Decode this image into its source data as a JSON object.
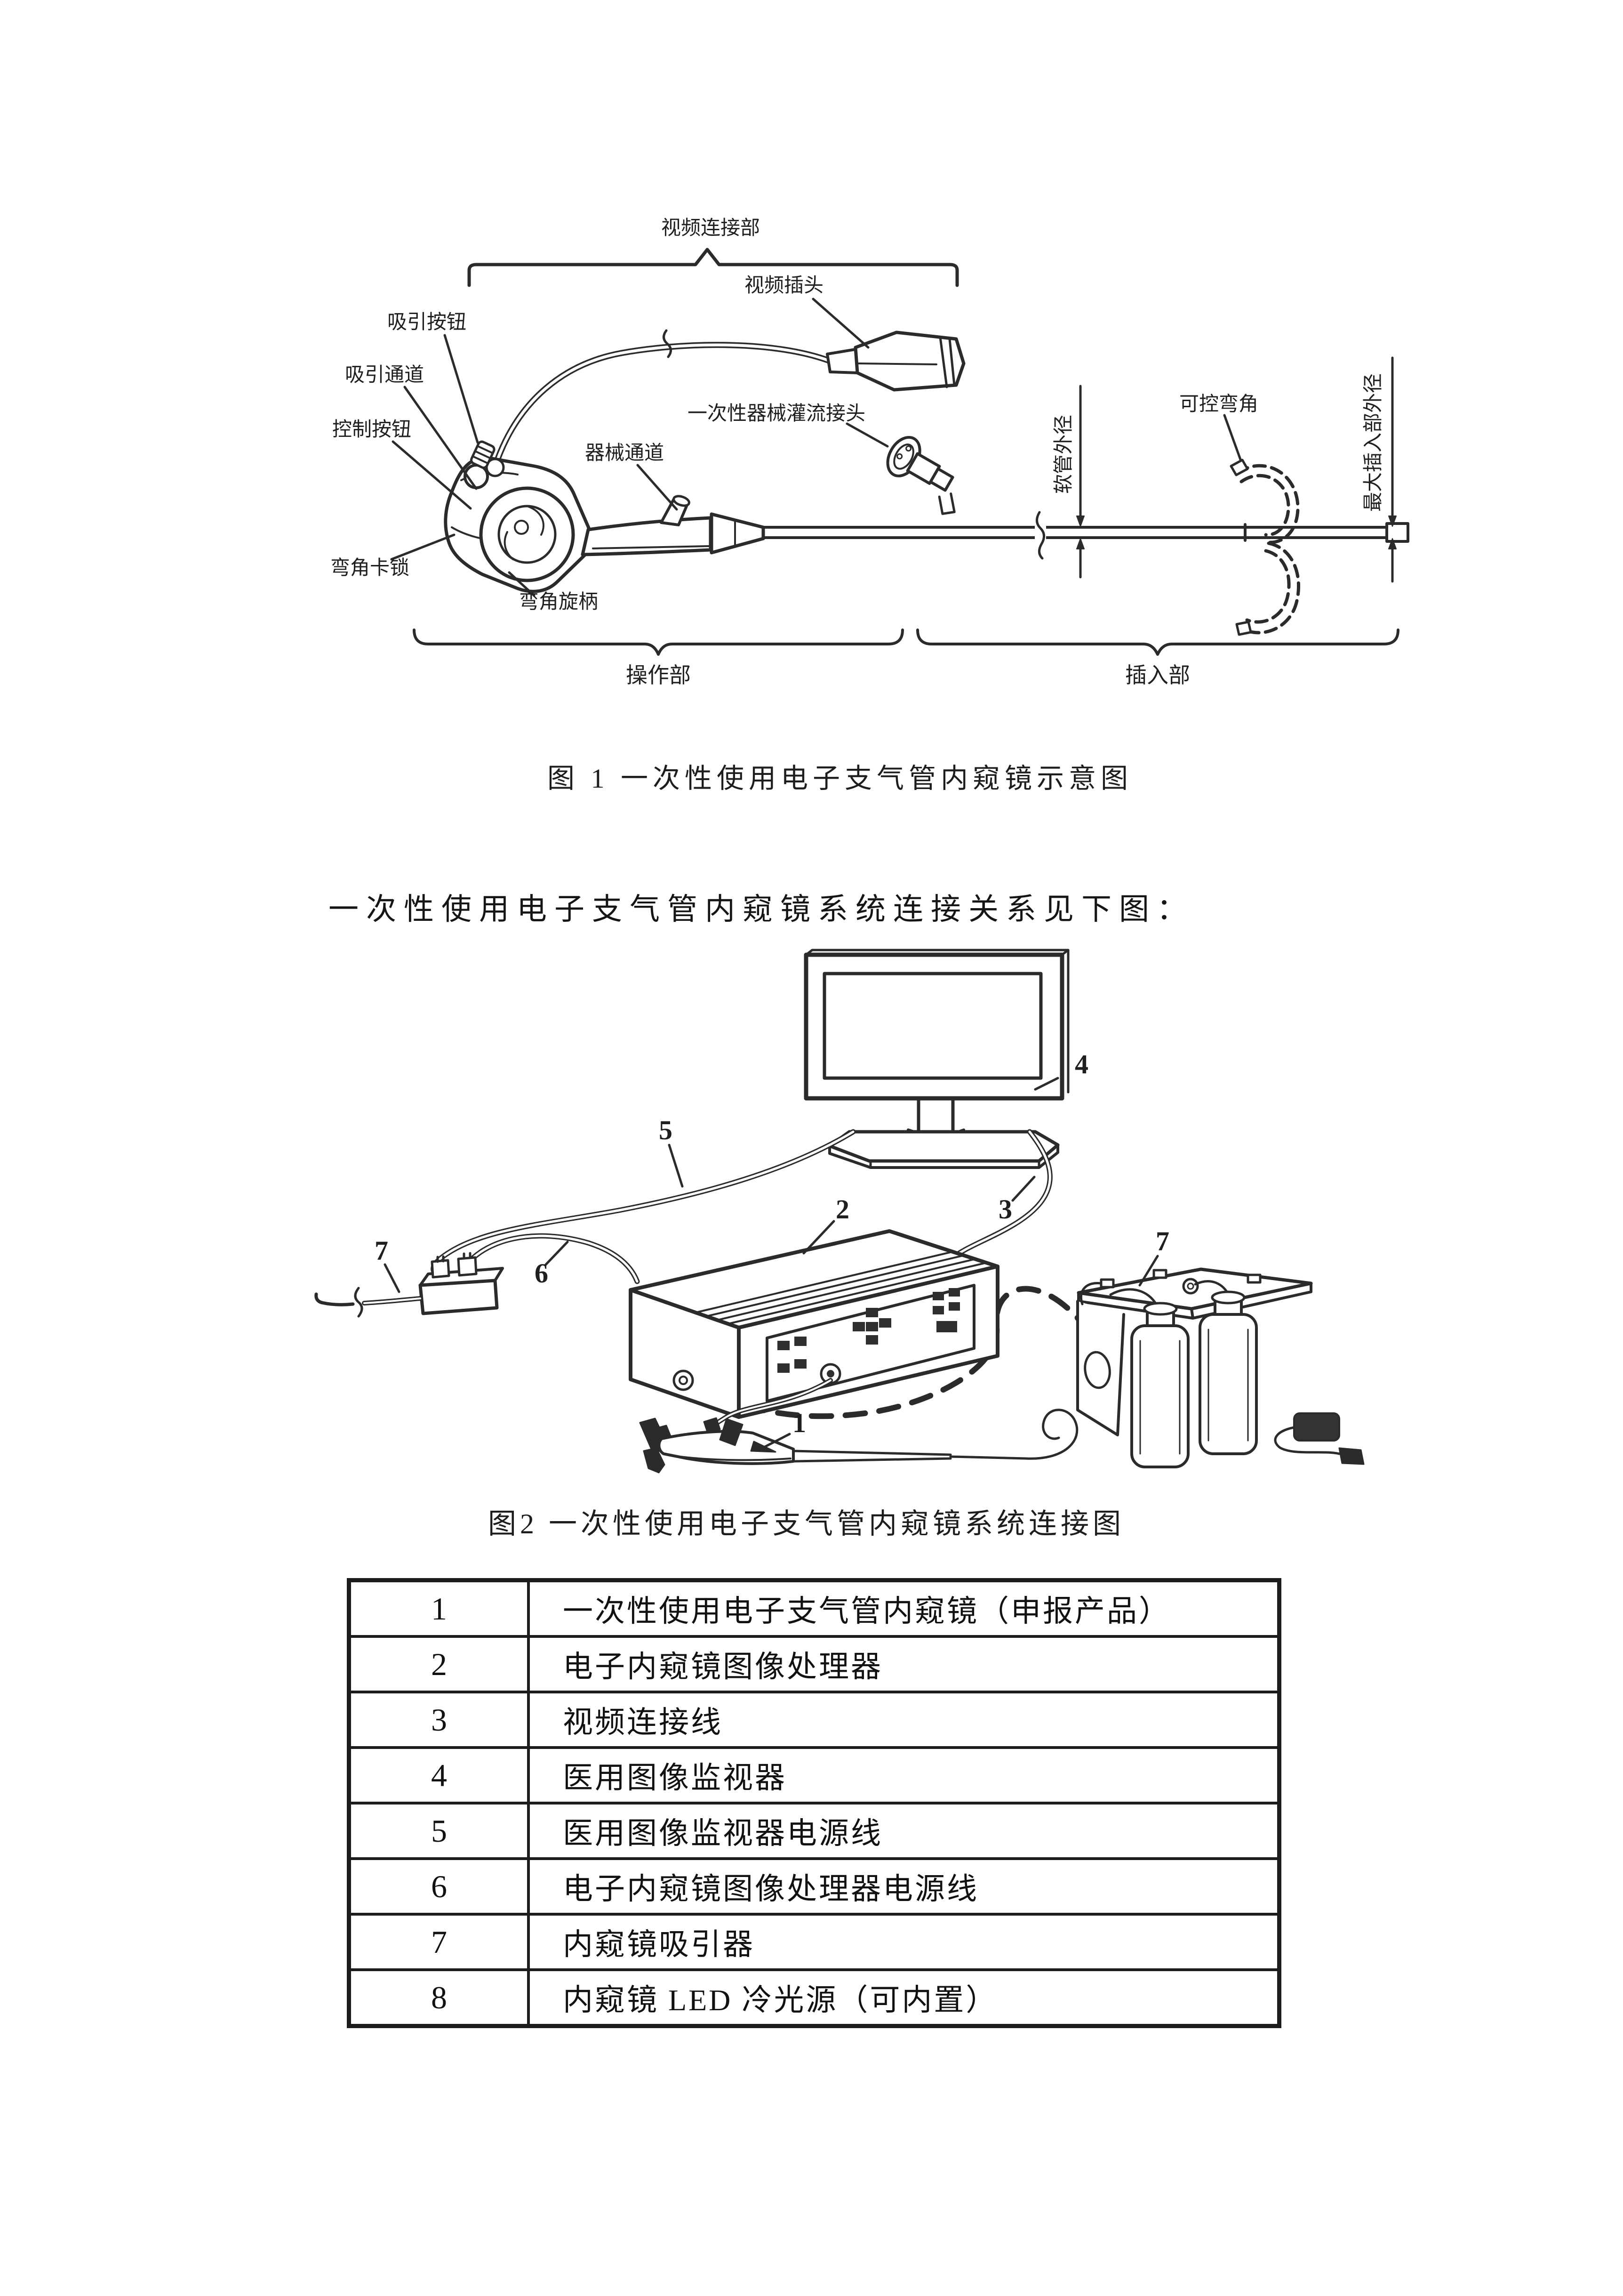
{
  "figure1": {
    "caption": "图 1 一次性使用电子支气管内窥镜示意图",
    "labels": {
      "video_connection": "视频连接部",
      "video_plug": "视频插头",
      "suction_button": "吸引按钮",
      "suction_channel": "吸引通道",
      "control_button": "控制按钮",
      "disposable_irrigation_connector": "一次性器械灌流接头",
      "instrument_channel": "器械通道",
      "bend_lock": "弯角卡锁",
      "bend_knob": "弯角旋柄",
      "controllable_bend": "可控弯角",
      "soft_tube_od": "软管外径",
      "max_insertion_od": "最大插入部外径",
      "operation_part": "操作部",
      "insertion_part": "插入部"
    }
  },
  "connection_note": "一次性使用电子支气管内窥镜系统连接关系见下图：",
  "figure2": {
    "caption": "图2  一次性使用电子支气管内窥镜系统连接图",
    "callouts": {
      "c1": "1",
      "c2": "2",
      "c3": "3",
      "c4": "4",
      "c5": "5",
      "c6": "6",
      "c7a": "7",
      "c7b": "7"
    }
  },
  "component_table": {
    "rows": [
      {
        "no": "1",
        "name": "一次性使用电子支气管内窥镜（申报产品）"
      },
      {
        "no": "2",
        "name": "电子内窥镜图像处理器"
      },
      {
        "no": "3",
        "name": "视频连接线"
      },
      {
        "no": "4",
        "name": "医用图像监视器"
      },
      {
        "no": "5",
        "name": "医用图像监视器电源线"
      },
      {
        "no": "6",
        "name": "电子内窥镜图像处理器电源线"
      },
      {
        "no": "7",
        "name": "内窥镜吸引器"
      },
      {
        "no": "8",
        "name": "内窥镜 LED 冷光源（可内置）"
      }
    ]
  }
}
